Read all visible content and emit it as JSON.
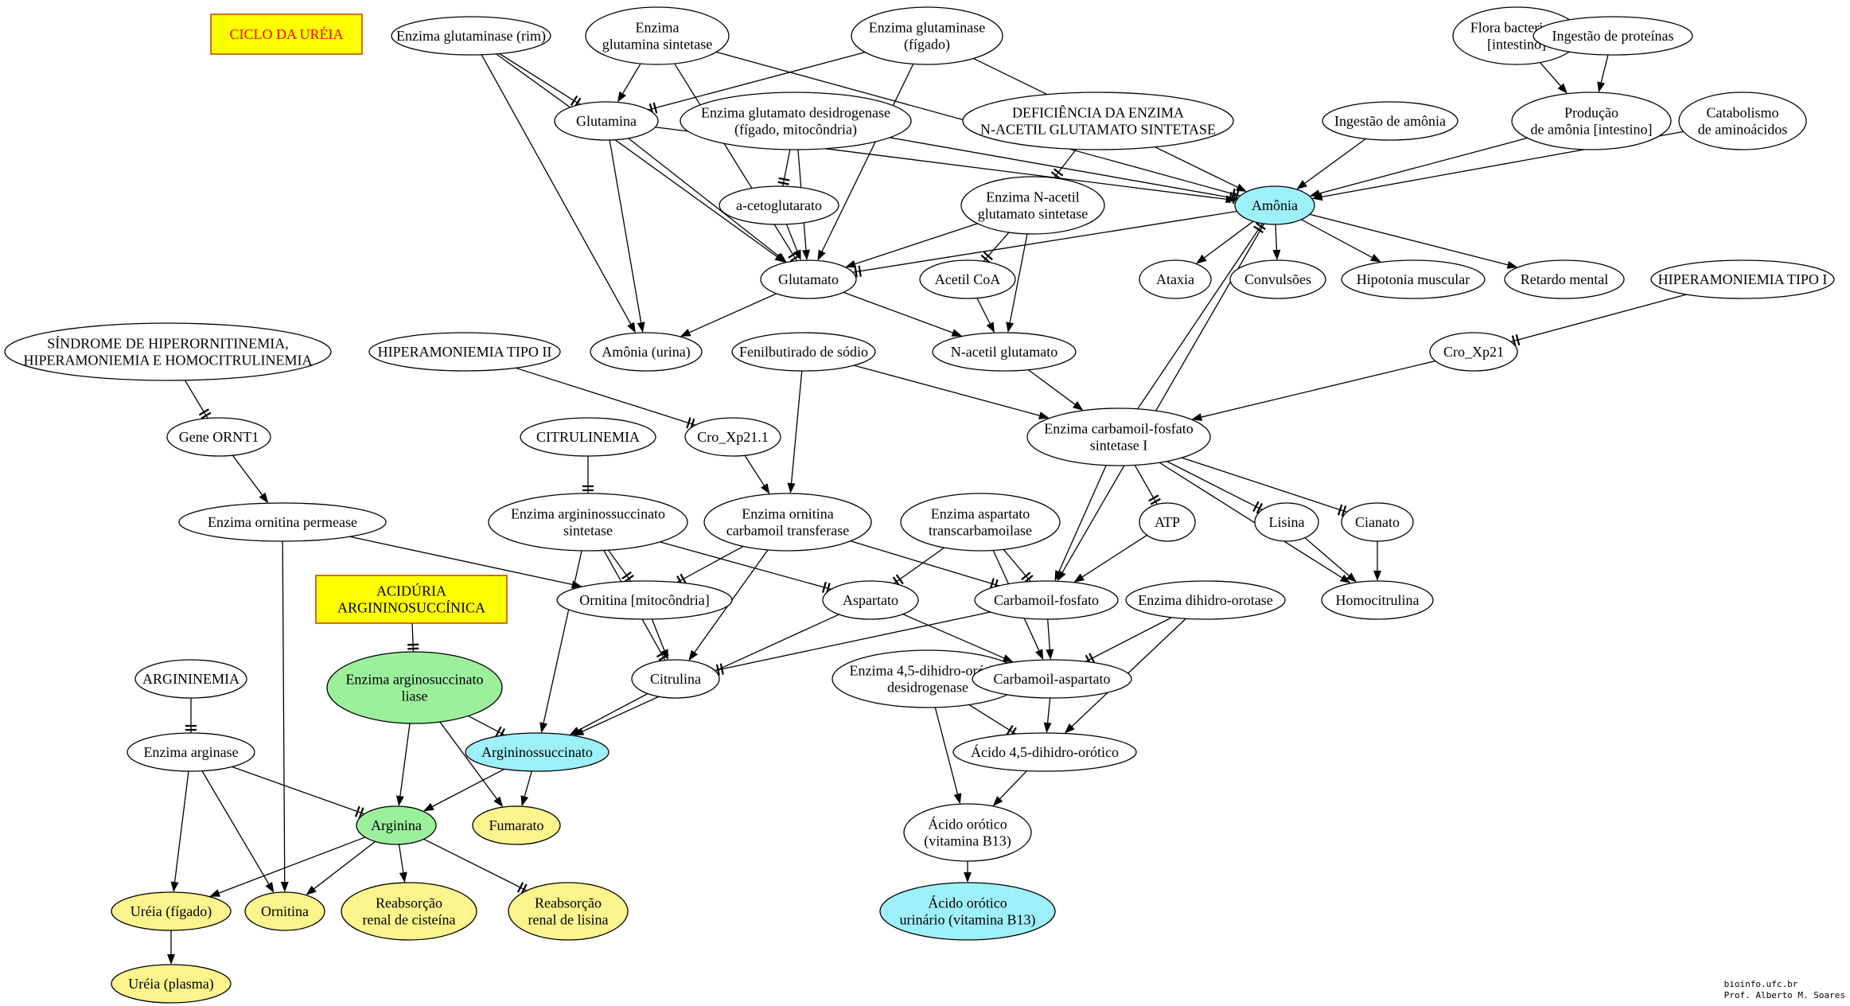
{
  "colors": {
    "default_fill": "#ffffff",
    "cyan": "#9ef0fa",
    "green": "#9cf09c",
    "yellow": "#fcf48c",
    "title_box_fill": "#ffff00",
    "title_box_text_red": "#ff0000",
    "title_box_text_black": "#000000"
  },
  "nodes": [
    {
      "id": "ciclo",
      "label": [
        "CICLO DA URÉIA"
      ],
      "shape": "box",
      "fill": "title_box_fill",
      "text_color": "title_box_text_red"
    },
    {
      "id": "glutaminase_rim",
      "label": [
        "Enzima glutaminase (rim)"
      ]
    },
    {
      "id": "glutamina_sintetase",
      "label": [
        "Enzima",
        "glutamina sintetase"
      ]
    },
    {
      "id": "glutaminase_figado",
      "label": [
        "Enzima glutaminase",
        "(fígado)"
      ]
    },
    {
      "id": "flora",
      "label": [
        "Flora bacteriana",
        "[intestino]"
      ]
    },
    {
      "id": "ingestao_prot",
      "label": [
        "Ingestão de proteínas"
      ]
    },
    {
      "id": "glutamina",
      "label": [
        "Glutamina"
      ]
    },
    {
      "id": "glut_desidrogenase",
      "label": [
        "Enzima glutamato desidrogenase",
        "(fígado, mitocôndria)"
      ]
    },
    {
      "id": "deficiencia",
      "label": [
        "DEFICIÊNCIA DA ENZIMA",
        "N-ACETIL GLUTAMATO SINTETASE"
      ]
    },
    {
      "id": "ingestao_amonia",
      "label": [
        "Ingestão de amônia"
      ]
    },
    {
      "id": "producao_amonia",
      "label": [
        "Produção",
        "de amônia [intestino]"
      ]
    },
    {
      "id": "catabolismo",
      "label": [
        "Catabolismo",
        "de aminoácidos"
      ]
    },
    {
      "id": "cetoglutarato",
      "label": [
        "a-cetoglutarato"
      ]
    },
    {
      "id": "nacetil_sintetase",
      "label": [
        "Enzima N-acetil",
        "glutamato sintetase"
      ]
    },
    {
      "id": "amonia",
      "label": [
        "Amônia"
      ],
      "fill": "cyan"
    },
    {
      "id": "glutamato",
      "label": [
        "Glutamato"
      ]
    },
    {
      "id": "acetil_coa",
      "label": [
        "Acetil CoA"
      ]
    },
    {
      "id": "ataxia",
      "label": [
        "Ataxia"
      ]
    },
    {
      "id": "convulsoes",
      "label": [
        "Convulsões"
      ]
    },
    {
      "id": "hipotonia",
      "label": [
        "Hipotonia muscular"
      ]
    },
    {
      "id": "retardo",
      "label": [
        "Retardo mental"
      ]
    },
    {
      "id": "hiperamon1",
      "label": [
        "HIPERAMONIEMIA TIPO I"
      ]
    },
    {
      "id": "sindrome",
      "label": [
        "SÍNDROME DE HIPERORNITINEMIA,",
        "HIPERAMONIEMIA E HOMOCITRULINEMIA"
      ]
    },
    {
      "id": "hiperamon2",
      "label": [
        "HIPERAMONIEMIA TIPO II"
      ]
    },
    {
      "id": "amonia_urina",
      "label": [
        "Amônia (urina)"
      ]
    },
    {
      "id": "fenilbutirado",
      "label": [
        "Fenilbutirado de sódio"
      ]
    },
    {
      "id": "nacetil_glutamato",
      "label": [
        "N-acetil glutamato"
      ]
    },
    {
      "id": "cro_xp21",
      "label": [
        "Cro_Xp21"
      ]
    },
    {
      "id": "gene_ornt1",
      "label": [
        "Gene ORNT1"
      ]
    },
    {
      "id": "citrulinemia",
      "label": [
        "CITRULINEMIA"
      ]
    },
    {
      "id": "cro_xp211",
      "label": [
        "Cro_Xp21.1"
      ]
    },
    {
      "id": "cps1",
      "label": [
        "Enzima carbamoil-fosfato",
        "sintetase I"
      ]
    },
    {
      "id": "ornitina_permease",
      "label": [
        "Enzima ornitina permease"
      ]
    },
    {
      "id": "ass",
      "label": [
        "Enzima argininossuccinato",
        "sintetase"
      ]
    },
    {
      "id": "otc",
      "label": [
        "Enzima ornitina",
        "carbamoil transferase"
      ]
    },
    {
      "id": "atc",
      "label": [
        "Enzima aspartato",
        "transcarbamoilase"
      ]
    },
    {
      "id": "atp",
      "label": [
        "ATP"
      ]
    },
    {
      "id": "lisina",
      "label": [
        "Lisina"
      ]
    },
    {
      "id": "cianato",
      "label": [
        "Cianato"
      ]
    },
    {
      "id": "aciduria",
      "label": [
        "ACIDÚRIA",
        "ARGININOSUCCÍNICA"
      ],
      "shape": "box",
      "fill": "title_box_fill",
      "text_color": "title_box_text_black"
    },
    {
      "id": "ornitina_mito",
      "label": [
        "Ornitina [mitocôndria]"
      ]
    },
    {
      "id": "aspartato",
      "label": [
        "Aspartato"
      ]
    },
    {
      "id": "carbamoil_fosfato",
      "label": [
        "Carbamoil-fosfato"
      ]
    },
    {
      "id": "dihidro_orotase",
      "label": [
        "Enzima dihidro-orotase"
      ]
    },
    {
      "id": "homocitrulina",
      "label": [
        "Homocitrulina"
      ]
    },
    {
      "id": "asl",
      "label": [
        "Enzima arginosuccinato",
        "liase"
      ],
      "fill": "green"
    },
    {
      "id": "argininemia",
      "label": [
        "ARGININEMIA"
      ]
    },
    {
      "id": "citrulina",
      "label": [
        "Citrulina"
      ]
    },
    {
      "id": "dhodh",
      "label": [
        "Enzima 4,5-dihidro-orótico",
        "desidrogenase"
      ]
    },
    {
      "id": "carbamoil_aspartato",
      "label": [
        "Carbamoil-aspartato"
      ]
    },
    {
      "id": "arginase",
      "label": [
        "Enzima arginase"
      ]
    },
    {
      "id": "argininossuccinato",
      "label": [
        "Argininossuccinato"
      ],
      "fill": "cyan"
    },
    {
      "id": "acido_dihidro",
      "label": [
        "Ácido 4,5-dihidro-orótico"
      ]
    },
    {
      "id": "arginina",
      "label": [
        "Arginina"
      ],
      "fill": "green"
    },
    {
      "id": "fumarato",
      "label": [
        "Fumarato"
      ],
      "fill": "yellow"
    },
    {
      "id": "acido_orotico",
      "label": [
        "Ácido orótico",
        "(vitamina B13)"
      ]
    },
    {
      "id": "ureia_figado",
      "label": [
        "Uréia (fígado)"
      ],
      "fill": "yellow"
    },
    {
      "id": "ornitina",
      "label": [
        "Ornitina"
      ],
      "fill": "yellow"
    },
    {
      "id": "reabs_cisteina",
      "label": [
        "Reabsorção",
        "renal de cisteína"
      ],
      "fill": "yellow"
    },
    {
      "id": "reabs_lisina",
      "label": [
        "Reabsorção",
        "renal de lisina"
      ],
      "fill": "yellow"
    },
    {
      "id": "orotico_urinario",
      "label": [
        "Ácido orótico",
        "urinário (vitamina B13)"
      ],
      "fill": "cyan"
    },
    {
      "id": "ureia_plasma",
      "label": [
        "Uréia (plasma)"
      ],
      "fill": "yellow"
    }
  ],
  "edges": [
    {
      "from": "glutaminase_rim",
      "to": "glutamina",
      "head": "tee"
    },
    {
      "from": "glutaminase_rim",
      "to": "glutamato",
      "head": "arrow"
    },
    {
      "from": "glutaminase_rim",
      "to": "amonia_urina",
      "head": "arrow"
    },
    {
      "from": "glutamina_sintetase",
      "to": "glutamina",
      "head": "arrow"
    },
    {
      "from": "glutamina_sintetase",
      "to": "glutamato",
      "head": "tee"
    },
    {
      "from": "glutamina_sintetase",
      "to": "amonia",
      "head": "tee"
    },
    {
      "from": "glutaminase_figado",
      "to": "glutamina",
      "head": "tee"
    },
    {
      "from": "glutaminase_figado",
      "to": "glutamato",
      "head": "arrow"
    },
    {
      "from": "glutaminase_figado",
      "to": "amonia",
      "head": "arrow"
    },
    {
      "from": "flora",
      "to": "producao_amonia",
      "head": "arrow"
    },
    {
      "from": "ingestao_prot",
      "to": "producao_amonia",
      "head": "arrow"
    },
    {
      "from": "glutamina",
      "to": "glutamato",
      "head": "arrow"
    },
    {
      "from": "glutamina",
      "to": "amonia",
      "head": "arrow"
    },
    {
      "from": "glutamina",
      "to": "amonia_urina",
      "head": "arrow"
    },
    {
      "from": "glut_desidrogenase",
      "to": "cetoglutarato",
      "head": "tee"
    },
    {
      "from": "glut_desidrogenase",
      "to": "glutamato",
      "head": "arrow"
    },
    {
      "from": "glut_desidrogenase",
      "to": "amonia",
      "head": "tee"
    },
    {
      "from": "deficiencia",
      "to": "nacetil_sintetase",
      "head": "tee"
    },
    {
      "from": "ingestao_amonia",
      "to": "amonia",
      "head": "arrow"
    },
    {
      "from": "producao_amonia",
      "to": "amonia",
      "head": "arrow"
    },
    {
      "from": "catabolismo",
      "to": "amonia",
      "head": "arrow"
    },
    {
      "from": "cetoglutarato",
      "to": "glutamato",
      "head": "arrow"
    },
    {
      "from": "nacetil_sintetase",
      "to": "glutamato",
      "head": "arrow"
    },
    {
      "from": "nacetil_sintetase",
      "to": "acetil_coa",
      "head": "tee"
    },
    {
      "from": "nacetil_sintetase",
      "to": "nacetil_glutamato",
      "head": "arrow"
    },
    {
      "from": "amonia",
      "to": "glutamato",
      "head": "tee"
    },
    {
      "from": "amonia",
      "to": "ataxia",
      "head": "arrow"
    },
    {
      "from": "amonia",
      "to": "convulsoes",
      "head": "arrow"
    },
    {
      "from": "amonia",
      "to": "hipotonia",
      "head": "arrow"
    },
    {
      "from": "amonia",
      "to": "retardo",
      "head": "arrow"
    },
    {
      "from": "amonia",
      "to": "carbamoil_fosfato",
      "head": "arrow"
    },
    {
      "from": "glutamato",
      "to": "amonia_urina",
      "head": "arrow"
    },
    {
      "from": "glutamato",
      "to": "nacetil_glutamato",
      "head": "arrow"
    },
    {
      "from": "acetil_coa",
      "to": "nacetil_glutamato",
      "head": "arrow"
    },
    {
      "from": "hiperamon1",
      "to": "cro_xp21",
      "head": "tee"
    },
    {
      "from": "cro_xp21",
      "to": "cps1",
      "head": "arrow"
    },
    {
      "from": "sindrome",
      "to": "gene_ornt1",
      "head": "tee"
    },
    {
      "from": "hiperamon2",
      "to": "cro_xp211",
      "head": "tee"
    },
    {
      "from": "fenilbutirado",
      "to": "otc",
      "head": "arrow"
    },
    {
      "from": "fenilbutirado",
      "to": "cps1",
      "head": "arrow"
    },
    {
      "from": "nacetil_glutamato",
      "to": "cps1",
      "head": "arrow"
    },
    {
      "from": "gene_ornt1",
      "to": "ornitina_permease",
      "head": "arrow"
    },
    {
      "from": "citrulinemia",
      "to": "ass",
      "head": "tee"
    },
    {
      "from": "cro_xp211",
      "to": "otc",
      "head": "arrow"
    },
    {
      "from": "cps1",
      "to": "amonia",
      "head": "tee"
    },
    {
      "from": "cps1",
      "to": "atp",
      "head": "tee"
    },
    {
      "from": "cps1",
      "to": "carbamoil_fosfato",
      "head": "arrow"
    },
    {
      "from": "cps1",
      "to": "lisina",
      "head": "tee"
    },
    {
      "from": "cps1",
      "to": "cianato",
      "head": "tee"
    },
    {
      "from": "cps1",
      "to": "homocitrulina",
      "head": "arrow"
    },
    {
      "from": "ornitina_permease",
      "to": "ornitina_mito",
      "head": "arrow"
    },
    {
      "from": "ornitina_permease",
      "to": "ornitina",
      "head": "arrow"
    },
    {
      "from": "ass",
      "to": "ornitina_mito",
      "head": "tee"
    },
    {
      "from": "ass",
      "to": "aspartato",
      "head": "tee"
    },
    {
      "from": "ass",
      "to": "citrulina",
      "head": "tee"
    },
    {
      "from": "ass",
      "to": "argininossuccinato",
      "head": "arrow"
    },
    {
      "from": "otc",
      "to": "ornitina_mito",
      "head": "tee"
    },
    {
      "from": "otc",
      "to": "carbamoil_fosfato",
      "head": "tee"
    },
    {
      "from": "otc",
      "to": "citrulina",
      "head": "arrow"
    },
    {
      "from": "atc",
      "to": "aspartato",
      "head": "tee"
    },
    {
      "from": "atc",
      "to": "carbamoil_fosfato",
      "head": "tee"
    },
    {
      "from": "atc",
      "to": "carbamoil_aspartato",
      "head": "arrow"
    },
    {
      "from": "atp",
      "to": "carbamoil_fosfato",
      "head": "arrow"
    },
    {
      "from": "lisina",
      "to": "homocitrulina",
      "head": "arrow"
    },
    {
      "from": "cianato",
      "to": "homocitrulina",
      "head": "arrow"
    },
    {
      "from": "aciduria",
      "to": "asl",
      "head": "tee"
    },
    {
      "from": "ornitina_mito",
      "to": "citrulina",
      "head": "arrow"
    },
    {
      "from": "aspartato",
      "to": "carbamoil_aspartato",
      "head": "arrow"
    },
    {
      "from": "aspartato",
      "to": "argininossuccinato",
      "head": "arrow"
    },
    {
      "from": "carbamoil_fosfato",
      "to": "citrulina",
      "head": "tee"
    },
    {
      "from": "carbamoil_fosfato",
      "to": "carbamoil_aspartato",
      "head": "arrow"
    },
    {
      "from": "dihidro_orotase",
      "to": "carbamoil_aspartato",
      "head": "tee"
    },
    {
      "from": "dihidro_orotase",
      "to": "acido_dihidro",
      "head": "arrow"
    },
    {
      "from": "asl",
      "to": "argininossuccinato",
      "head": "tee"
    },
    {
      "from": "asl",
      "to": "arginina",
      "head": "arrow"
    },
    {
      "from": "asl",
      "to": "fumarato",
      "head": "arrow"
    },
    {
      "from": "argininemia",
      "to": "arginase",
      "head": "tee"
    },
    {
      "from": "citrulina",
      "to": "argininossuccinato",
      "head": "arrow"
    },
    {
      "from": "dhodh",
      "to": "acido_dihidro",
      "head": "tee"
    },
    {
      "from": "dhodh",
      "to": "acido_orotico",
      "head": "arrow"
    },
    {
      "from": "carbamoil_aspartato",
      "to": "acido_dihidro",
      "head": "arrow"
    },
    {
      "from": "arginase",
      "to": "arginina",
      "head": "tee"
    },
    {
      "from": "arginase",
      "to": "ureia_figado",
      "head": "arrow"
    },
    {
      "from": "arginase",
      "to": "ornitina",
      "head": "arrow"
    },
    {
      "from": "argininossuccinato",
      "to": "arginina",
      "head": "arrow"
    },
    {
      "from": "argininossuccinato",
      "to": "fumarato",
      "head": "arrow"
    },
    {
      "from": "acido_dihidro",
      "to": "acido_orotico",
      "head": "arrow"
    },
    {
      "from": "arginina",
      "to": "ureia_figado",
      "head": "arrow"
    },
    {
      "from": "arginina",
      "to": "ornitina",
      "head": "arrow"
    },
    {
      "from": "arginina",
      "to": "reabs_cisteina",
      "head": "arrow"
    },
    {
      "from": "arginina",
      "to": "reabs_lisina",
      "head": "tee"
    },
    {
      "from": "acido_orotico",
      "to": "orotico_urinario",
      "head": "arrow"
    },
    {
      "from": "ureia_figado",
      "to": "ureia_plasma",
      "head": "arrow"
    }
  ],
  "credit": {
    "line1": "bioinfo.ufc.br",
    "line2": "Prof. Alberto M. Soares"
  }
}
